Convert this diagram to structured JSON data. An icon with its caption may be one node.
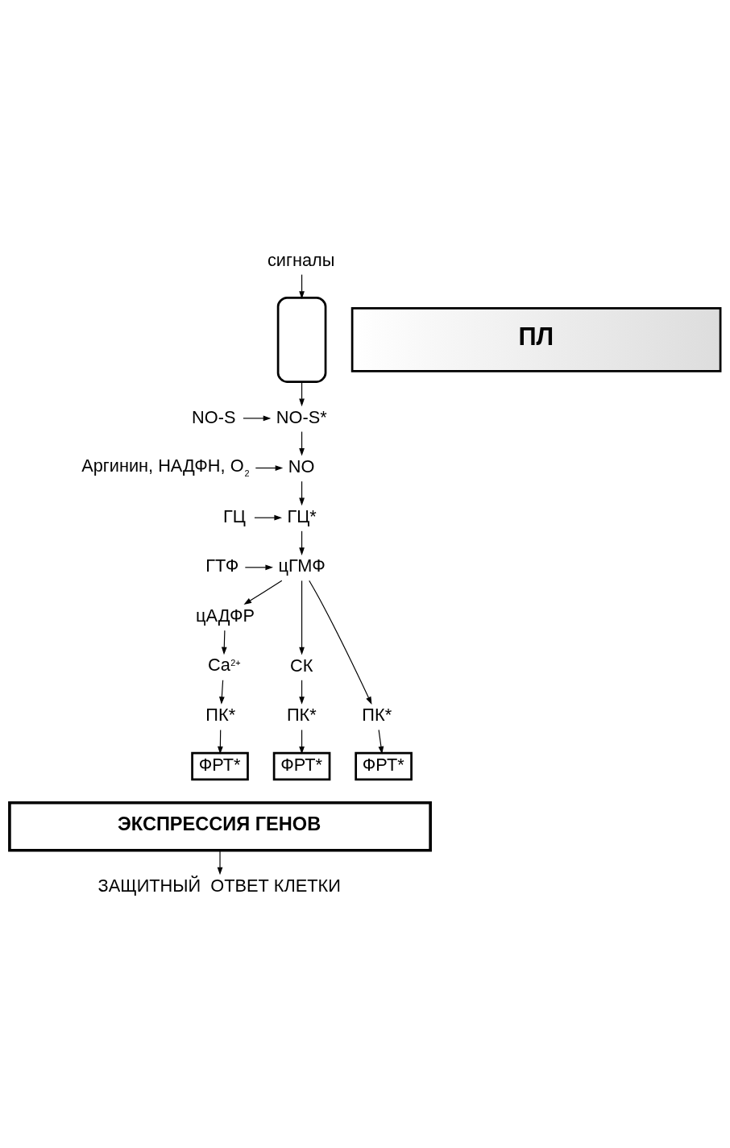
{
  "diagram": {
    "nodes": [
      {
        "text": [
          "сигналы"
        ]
      },
      {
        "text": [],
        "shape": "box"
      },
      {
        "text": [
          "ПЛ"
        ]
      },
      {
        "text": [
          "NO-S"
        ]
      },
      {
        "text": [
          "NO-S*"
        ]
      },
      {
        "text": [
          "NO"
        ]
      },
      {
        "text": [
          "Аргинин, НАДФН, O$_{2}$"
        ]
      },
      {
        "text": [
          "ГЦ"
        ]
      },
      {
        "text": [
          "ГЦ*"
        ]
      },
      {
        "text": [
          "ГТФ"
        ]
      },
      {
        "text": [
          "цГМФ"
        ]
      },
      {
        "text": [
          "цАДФР"
        ]
      },
      {
        "text": [
          "СК"
        ]
      },
      {
        "text": [
          "Ca$^{2+}$"
        ]
      },
      {
        "text": [
          "ПК*"
        ]
      },
      {
        "text": [
          "ПК*"
        ]
      },
      {
        "text": [
          "ПК*"
        ]
      },
      {
        "text": [
          "ФРТ*"
        ]
      },
      {
        "text": [
          "ФРТ*"
        ]
      },
      {
        "text": [
          "ФРТ*"
        ]
      },
      {
        "text": [
          "ЭКСПРЕССИЯ ГЕНОВ"
        ]
      },
      {
        "text": [
          "ЗАЩИТНЫЙ  ОТВЕТ КЛЕТКИ"
        ]
      }
    ],
    "edges": [
      {
        "from": 0,
        "to": 1,
        "arrow": "to"
      },
      {
        "from": 1,
        "to": 4,
        "arrow": "to"
      },
      {
        "from": 3,
        "to": 4,
        "arrow": "to"
      },
      {
        "from": 4,
        "to": 5,
        "arrow": "to"
      },
      {
        "from": 6,
        "to": 5,
        "arrow": "to"
      },
      {
        "from": 5,
        "to": 8,
        "arrow": "to"
      },
      {
        "from": 7,
        "to": 8,
        "arrow": "to"
      },
      {
        "from": 8,
        "to": 10,
        "arrow": "to"
      },
      {
        "from": 9,
        "to": 10,
        "arrow": "to"
      },
      {
        "from": 10,
        "to": 12,
        "arrow": "to"
      },
      {
        "from": 10,
        "to": 11,
        "arrow": "to"
      },
      {
        "from": 10,
        "to": 16,
        "arrow": "to"
      },
      {
        "from": 11,
        "to": 13,
        "arrow": "to"
      },
      {
        "from": 12,
        "to": 14,
        "arrow": "to"
      },
      {
        "from": 13,
        "to": 15,
        "arrow": "to"
      },
      {
        "from": 14,
        "to": 17,
        "arrow": "to"
      },
      {
        "from": 15,
        "to": 18,
        "arrow": "to"
      },
      {
        "from": 16,
        "to": 19,
        "arrow": "to"
      },
      {
        "from": 20,
        "to": 21,
        "arrow": "to"
      }
    ]
  }
}
